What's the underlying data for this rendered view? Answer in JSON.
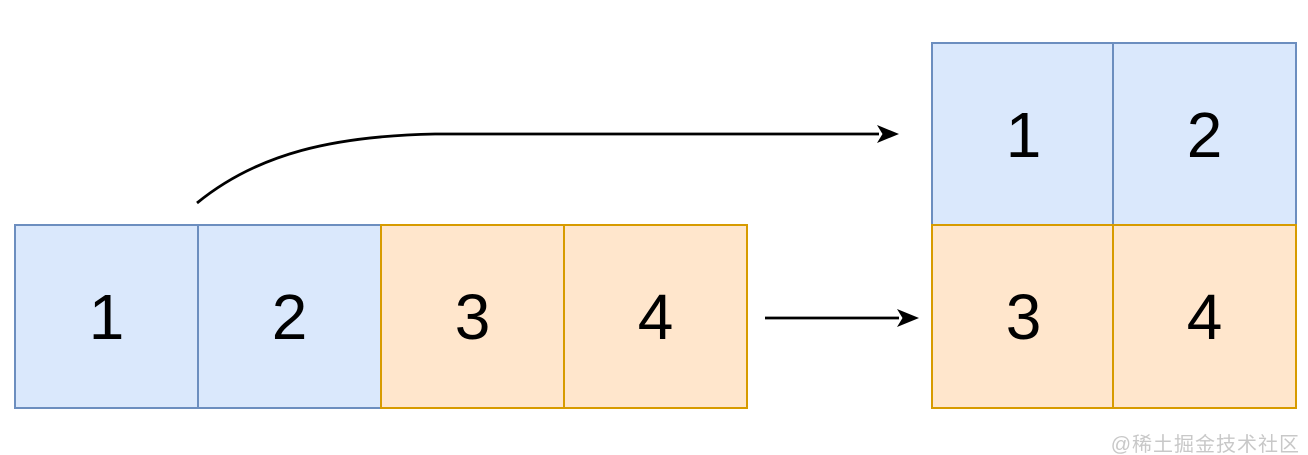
{
  "source_row": {
    "cells": [
      {
        "label": "1",
        "variant": "blue"
      },
      {
        "label": "2",
        "variant": "blue"
      },
      {
        "label": "3",
        "variant": "orange"
      },
      {
        "label": "4",
        "variant": "orange"
      }
    ]
  },
  "target_grid": {
    "rows": 2,
    "cols": 2,
    "cells": [
      {
        "label": "1",
        "variant": "blue"
      },
      {
        "label": "2",
        "variant": "blue"
      },
      {
        "label": "3",
        "variant": "orange"
      },
      {
        "label": "4",
        "variant": "orange"
      }
    ]
  },
  "arrows": [
    {
      "name": "curved-arrow",
      "from": "source-row-top",
      "to": "target-grid-top-row"
    },
    {
      "name": "straight-arrow",
      "from": "source-row-right",
      "to": "target-grid-bottom-row"
    }
  ],
  "watermark": {
    "text": "@稀土掘金技术社区"
  },
  "colors": {
    "blue_fill": "#dae8fc",
    "blue_stroke": "#6c8ebf",
    "orange_fill": "#ffe6cc",
    "orange_stroke": "#d79b00",
    "arrow": "#000000",
    "number": "#000000",
    "watermark": "#c8c8c8",
    "background": "#ffffff"
  }
}
